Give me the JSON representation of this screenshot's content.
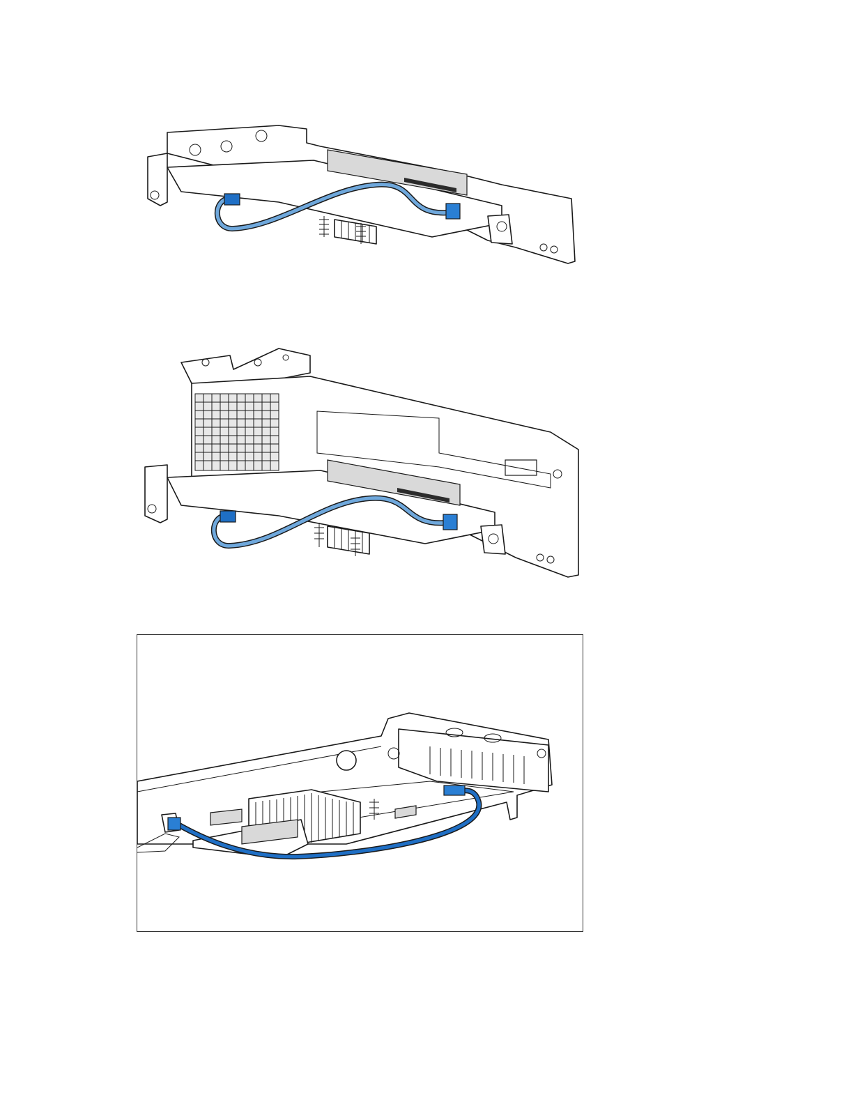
{
  "colors": {
    "cable_light": "#6fa8dc",
    "cable_dark": "#1f6fc5",
    "connector": "#2a7fd4",
    "line": "#1a1a1a"
  },
  "figures": [
    {
      "id": "riser-cage-single-slot",
      "icon": "riser-cage-illustration"
    },
    {
      "id": "riser-cage-dual-slot",
      "icon": "riser-cage-illustration"
    },
    {
      "id": "controller-board-installed",
      "icon": "server-interior-illustration"
    }
  ]
}
